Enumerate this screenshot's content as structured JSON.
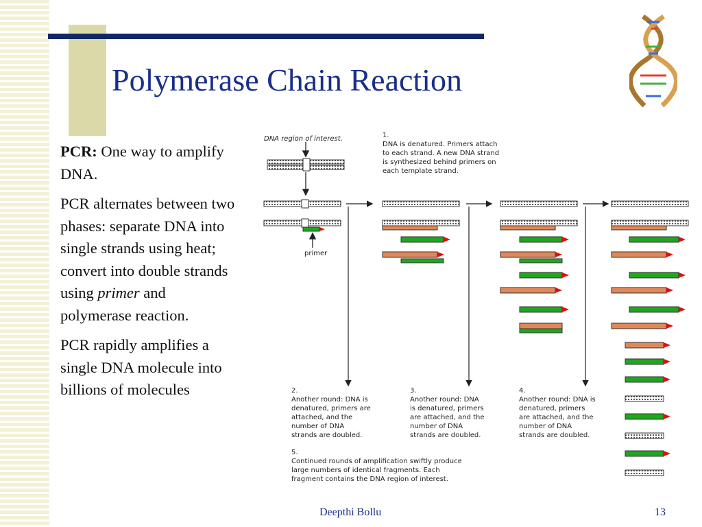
{
  "slide": {
    "title": "Polymerase Chain Reaction",
    "bullets": {
      "b1_label": "PCR:",
      "b1_text": " One way to amplify DNA.",
      "b2_pre": "PCR alternates between two phases: separate DNA into single strands using heat; convert into double strands using ",
      "b2_italic": "primer",
      "b2_post": " and polymerase reaction.",
      "b3": "PCR rapidly amplifies a single DNA molecule into billions of molecules"
    },
    "footer_name": "Deepthi Bollu",
    "page_number": "13"
  },
  "diagram": {
    "region_label": "DNA region of interest.",
    "primer_label": "primer",
    "step1": [
      "1.",
      "DNA is denatured.  Primers attach",
      "to each strand.  A new DNA strand",
      "is synthesized behind primers on",
      "each template strand."
    ],
    "step2": [
      "2.",
      "Another round: DNA is",
      "denatured, primers are",
      "attached, and the",
      "number of DNA",
      "strands are doubled."
    ],
    "step3": [
      "3.",
      "Another round: DNA",
      "is denatured, primers",
      "are attached, and the",
      "number of DNA",
      "strands are doubled."
    ],
    "step4": [
      "4.",
      "Another round: DNA is",
      "denatured, primers",
      "are attached, and the",
      "number of DNA",
      "strands are doubled."
    ],
    "step5": [
      "5.",
      "Continued rounds of amplification swiftly produce",
      "large numbers of  identical fragments.  Each",
      "fragment contains the DNA region of interest."
    ]
  },
  "colors": {
    "title": "#1a2f8a",
    "accent_navy": "#102864",
    "accent_tan": "#dcd9a8",
    "strand_green": "#1fa81f",
    "strand_orange": "#e0885a",
    "primer_red": "#e01010"
  }
}
